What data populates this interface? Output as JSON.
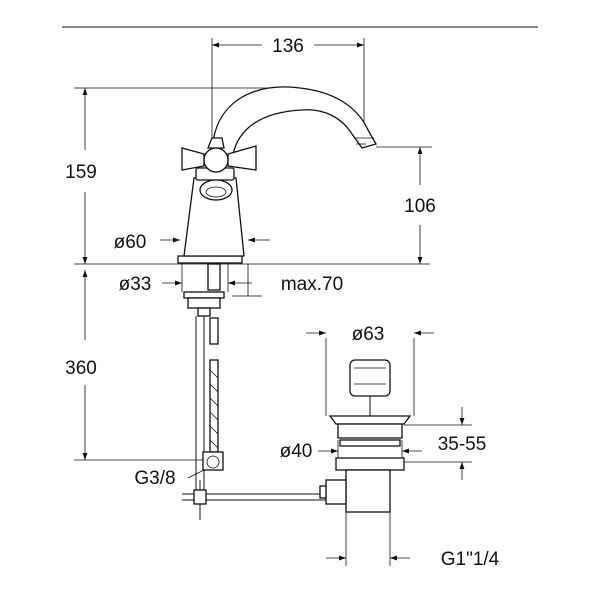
{
  "drawing": {
    "dimensions": {
      "spout_reach": "136",
      "total_height": "159",
      "spout_height": "106",
      "base_diameter": "ø60",
      "shank_diameter": "ø33",
      "deck_thickness": "max.70",
      "hose_length": "360",
      "hose_connection": "G3/8",
      "drain_head_diameter": "ø63",
      "drain_hole_diameter": "ø40",
      "drain_range": "35-55",
      "waste_connection": "G1\"1/4"
    }
  }
}
